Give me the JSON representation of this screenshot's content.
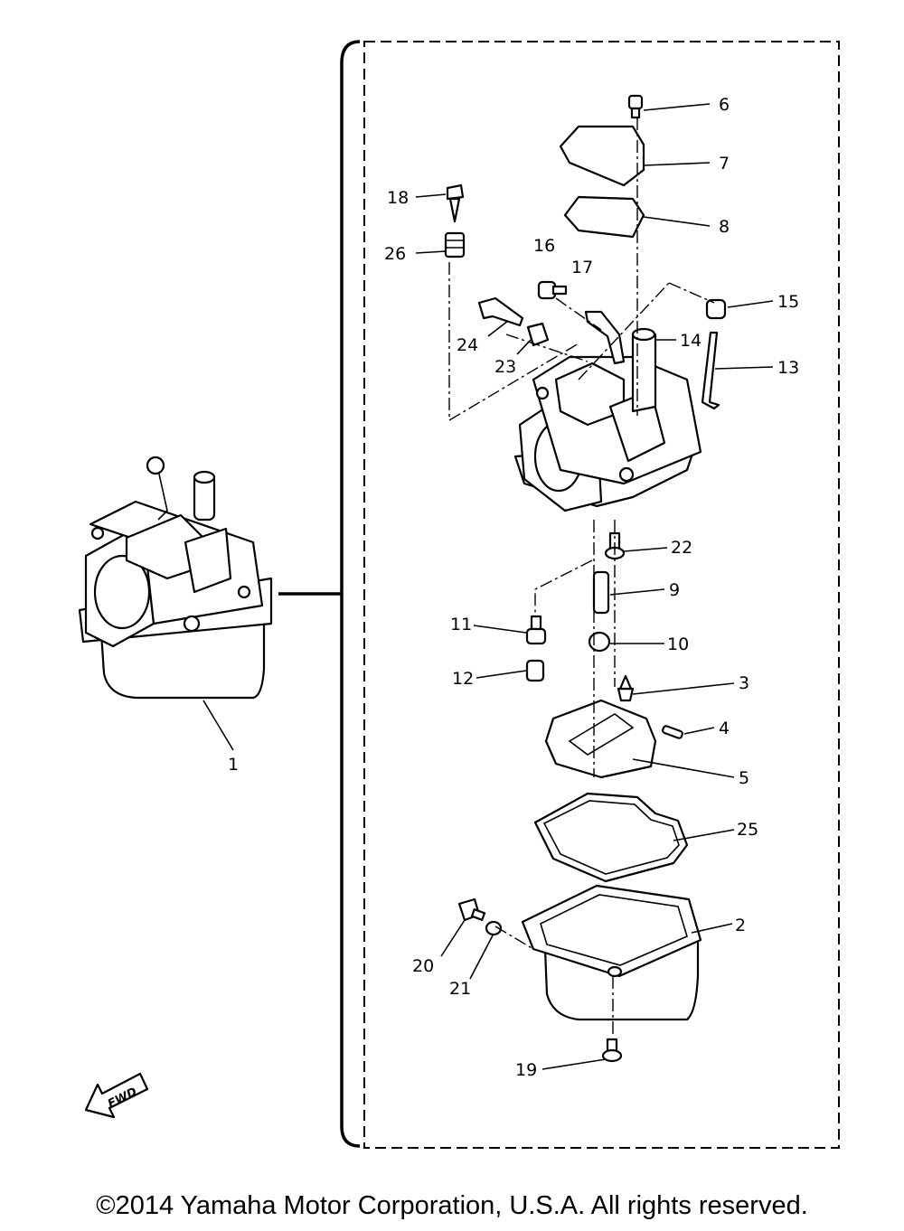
{
  "labels": {
    "p1": "1",
    "p2": "2",
    "p3": "3",
    "p4": "4",
    "p5": "5",
    "p6": "6",
    "p7": "7",
    "p8": "8",
    "p9": "9",
    "p10": "10",
    "p11": "11",
    "p12": "12",
    "p13": "13",
    "p14": "14",
    "p15": "15",
    "p16": "16",
    "p17": "17",
    "p18": "18",
    "p19": "19",
    "p20": "20",
    "p21": "21",
    "p22": "22",
    "p23": "23",
    "p24": "24",
    "p25": "25",
    "p26": "26"
  },
  "direction_arrow": "FWD",
  "copyright": "©2014 Yamaha Motor Corporation, U.S.A. All rights reserved."
}
